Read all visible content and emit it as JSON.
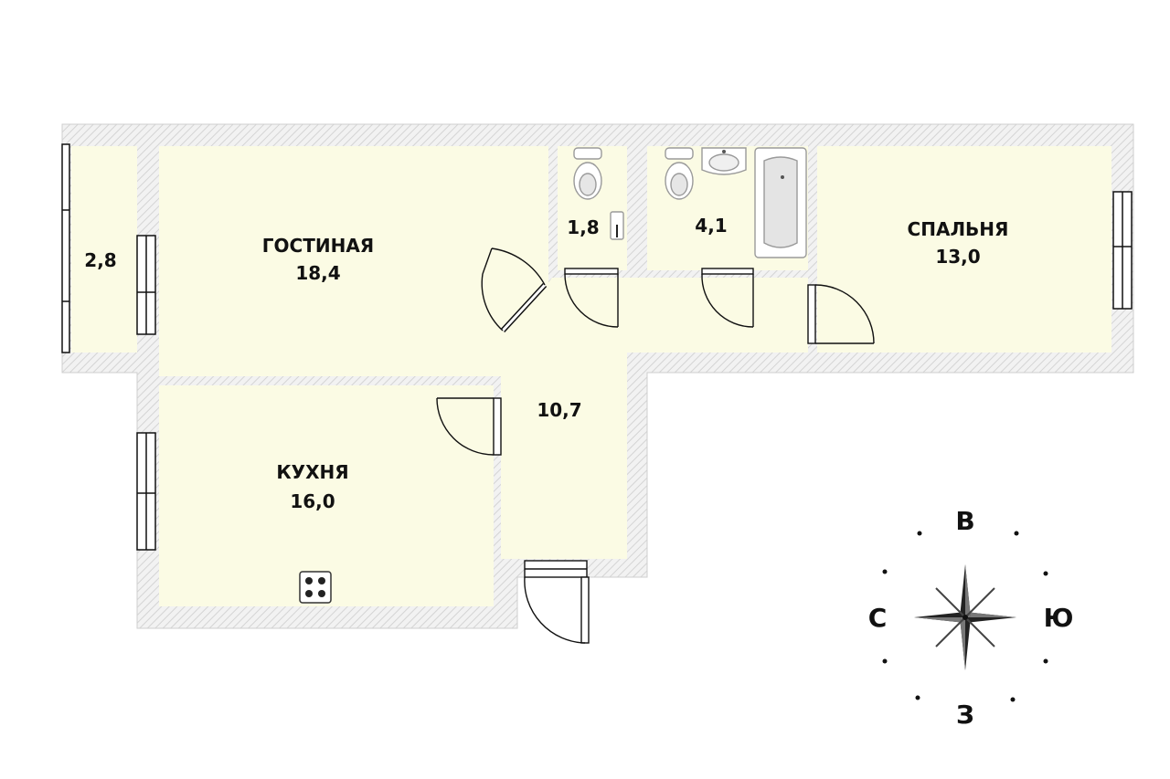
{
  "colors": {
    "room_fill": "#fbfbe4",
    "wall_fill": "#f0f0f0",
    "wall_hatch": "#d6d6d6",
    "line": "#111111"
  },
  "rooms": {
    "balcony": {
      "area": "2,8"
    },
    "living": {
      "name": "ГОСТИНАЯ",
      "area": "18,4"
    },
    "wc": {
      "area": "1,8"
    },
    "bathroom": {
      "area": "4,1"
    },
    "bedroom": {
      "name": "СПАЛЬНЯ",
      "area": "13,0"
    },
    "kitchen": {
      "name": "КУХНЯ",
      "area": "16,0"
    },
    "hall": {
      "area": "10,7"
    }
  },
  "compass": {
    "top": "В",
    "bottom": "З",
    "left": "С",
    "right": "Ю"
  },
  "icons": {
    "toilet": "toilet-icon",
    "sink": "sink-icon",
    "bathtub": "bathtub-icon",
    "stove": "stove-icon",
    "compass_rose": "compass-rose-icon"
  }
}
